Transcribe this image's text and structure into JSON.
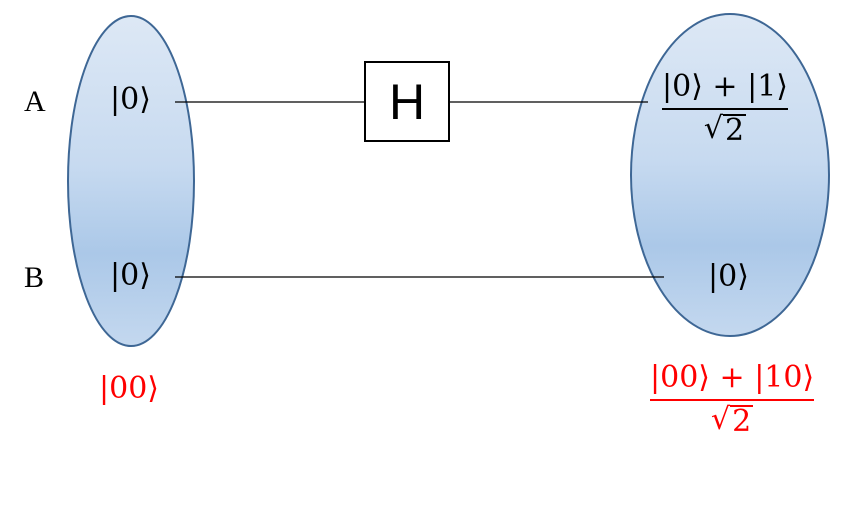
{
  "colors": {
    "ellipse_fill_top": "#dae6f4",
    "ellipse_fill_mid": "#aecbea",
    "ellipse_stroke": "#3e6795",
    "wire": "#000000",
    "text": "#000000",
    "highlight": "#ff0000"
  },
  "wires": {
    "a_label": "A",
    "b_label": "B"
  },
  "input": {
    "a_state": "|0⟩",
    "b_state": "|0⟩",
    "joint_state": "|00⟩"
  },
  "gate": {
    "label": "H"
  },
  "output": {
    "a_numerator": "|0⟩ + |1⟩",
    "a_denominator": "2",
    "b_state": "|0⟩",
    "joint_numerator": "|00⟩ + |10⟩",
    "joint_denominator": "2"
  }
}
